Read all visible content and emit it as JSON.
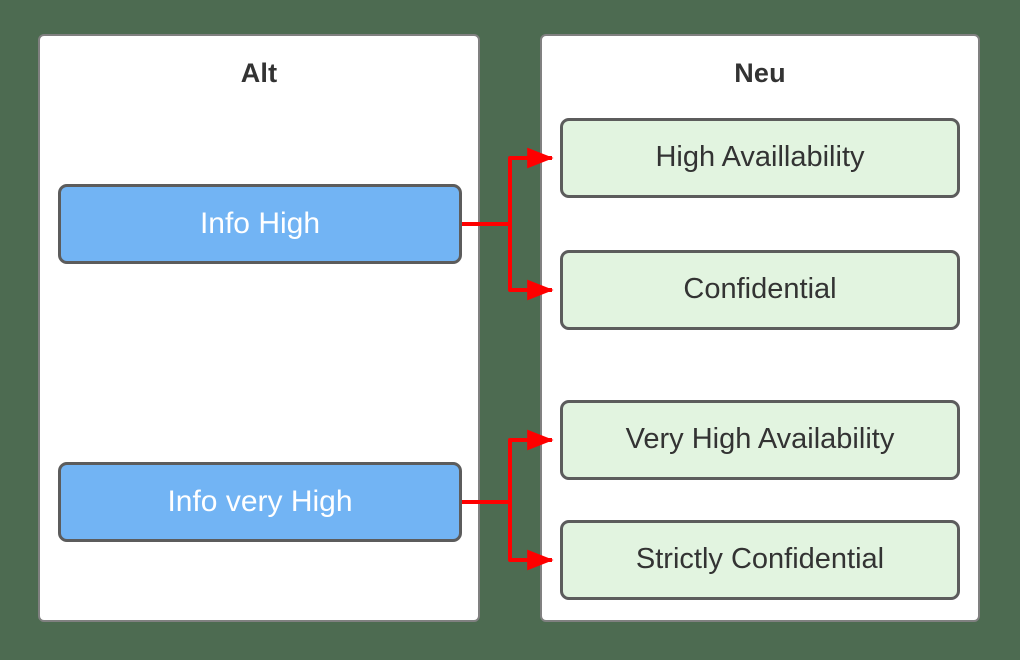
{
  "background_color": "#4d6b51",
  "panels": [
    {
      "key": "alt",
      "title": "Alt",
      "nodes": [
        {
          "key": "info_high",
          "label": "Info High"
        },
        {
          "key": "info_very_high",
          "label": "Info very High"
        }
      ]
    },
    {
      "key": "neu",
      "title": "Neu",
      "nodes": [
        {
          "key": "high_availability",
          "label": "High Availlability"
        },
        {
          "key": "confidential",
          "label": "Confidential"
        },
        {
          "key": "very_high_availability",
          "label": "Very High Availability"
        },
        {
          "key": "strictly_confidential",
          "label": "Strictly Confidential"
        }
      ]
    }
  ],
  "colors": {
    "old_node_fill": "#72b4f4",
    "old_node_text": "#ffffff",
    "new_node_fill": "#e2f4e0",
    "new_node_text": "#333333",
    "node_border": "#5c5c5c",
    "panel_border": "#808080",
    "panel_fill": "#ffffff",
    "edge": "#ff0000",
    "title_text": "#333333"
  },
  "edges": [
    {
      "key": "edge-info-high-to-high-availability",
      "from": "info_high",
      "to": "high_availability"
    },
    {
      "key": "edge-info-high-to-confidential",
      "from": "info_high",
      "to": "confidential"
    },
    {
      "key": "edge-info-very-high-to-very-high-availability",
      "from": "info_very_high",
      "to": "very_high_availability"
    },
    {
      "key": "edge-info-very-high-to-strictly-confidential",
      "from": "info_very_high",
      "to": "strictly_confidential"
    }
  ]
}
